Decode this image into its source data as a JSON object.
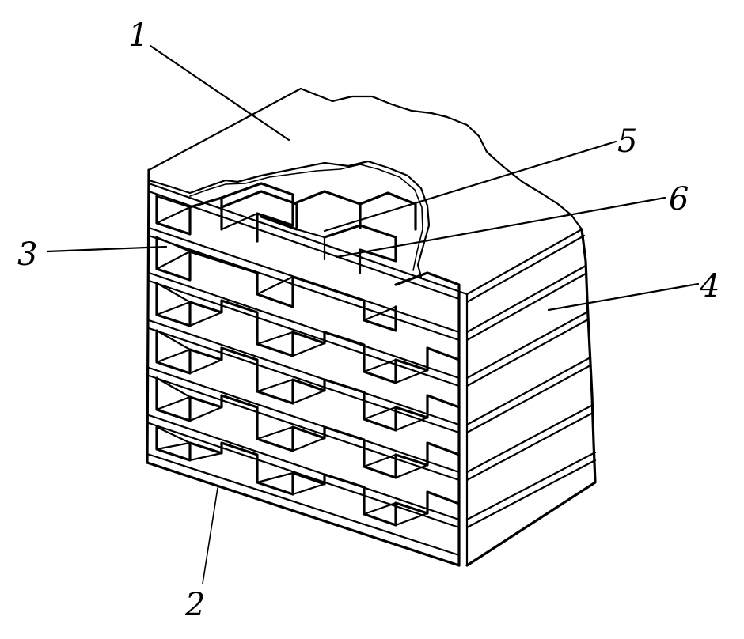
{
  "figure": {
    "type": "patent line drawing",
    "subject": "stacked layered block with corrugated (trapezoidal) core layers, partially cut away",
    "colors": {
      "ink": "#000000",
      "paper": "#ffffff"
    },
    "layer_count": 6,
    "labels": [
      {
        "id": "1",
        "text": "1"
      },
      {
        "id": "2",
        "text": "2"
      },
      {
        "id": "3",
        "text": "3"
      },
      {
        "id": "4",
        "text": "4"
      },
      {
        "id": "5",
        "text": "5"
      },
      {
        "id": "6",
        "text": "6"
      }
    ]
  }
}
